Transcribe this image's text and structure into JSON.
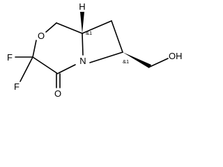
{
  "molecule": {
    "atoms": {
      "oxygen_ring": "O",
      "fluorine_top": "F",
      "fluorine_bottom": "F",
      "nitrogen": "N",
      "oxygen_carbonyl": "O",
      "hydroxyl": "OH",
      "hydrogen": "H"
    },
    "stereo_labels": {
      "upper_center": "&1",
      "lower_right": "&1"
    }
  }
}
